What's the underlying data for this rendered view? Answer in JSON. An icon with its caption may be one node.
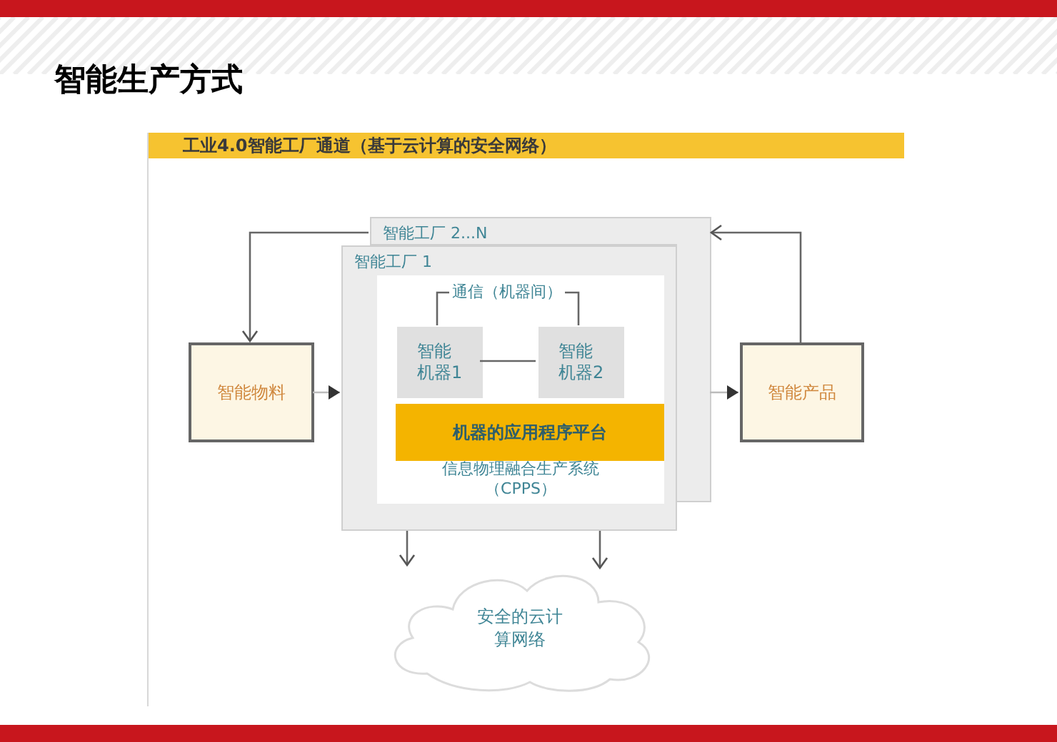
{
  "diagram": {
    "title": "智能生产方式",
    "nodes": [
      {
        "text": [
          "工业4.0智能工厂通道（基于云计算的安全网络）"
        ]
      },
      {
        "text": [
          "智能物料"
        ],
        "in": 0
      },
      {
        "text": [
          "智能工厂 2...N"
        ],
        "in": 0
      },
      {
        "text": [
          "智能工厂 1"
        ],
        "in": 0
      },
      {
        "text": [
          "信息物理融合生产系统（CPPS）"
        ],
        "in": 3
      },
      {
        "text": [
          "智能机器1"
        ],
        "in": 4
      },
      {
        "text": [
          "智能机器2"
        ],
        "in": 4
      },
      {
        "text": [
          "机器的应用程序平台"
        ],
        "in": 4
      },
      {
        "text": [
          "智能产品"
        ],
        "in": 0
      },
      {
        "text": [
          "安全的云计算网络"
        ],
        "in": 0
      },
      {
        "text": [],
        "shape": "box",
        "in": 0
      }
    ],
    "edges": [
      {
        "from": 2,
        "to": 1,
        "arrow": "to"
      },
      {
        "from": 1,
        "to": 3,
        "arrow": "to"
      },
      {
        "from": 10,
        "to": 8,
        "arrow": "to"
      },
      {
        "from": 8,
        "to": 2,
        "arrow": "to"
      },
      {
        "from": 5,
        "to": 6,
        "label": "通信（机器间）",
        "arrow": "none"
      },
      {
        "from": 5,
        "to": 6,
        "arrow": "none"
      },
      {
        "from": 3,
        "to": 9,
        "arrow": "to"
      },
      {
        "from": 3,
        "to": 9,
        "arrow": "to"
      }
    ]
  }
}
